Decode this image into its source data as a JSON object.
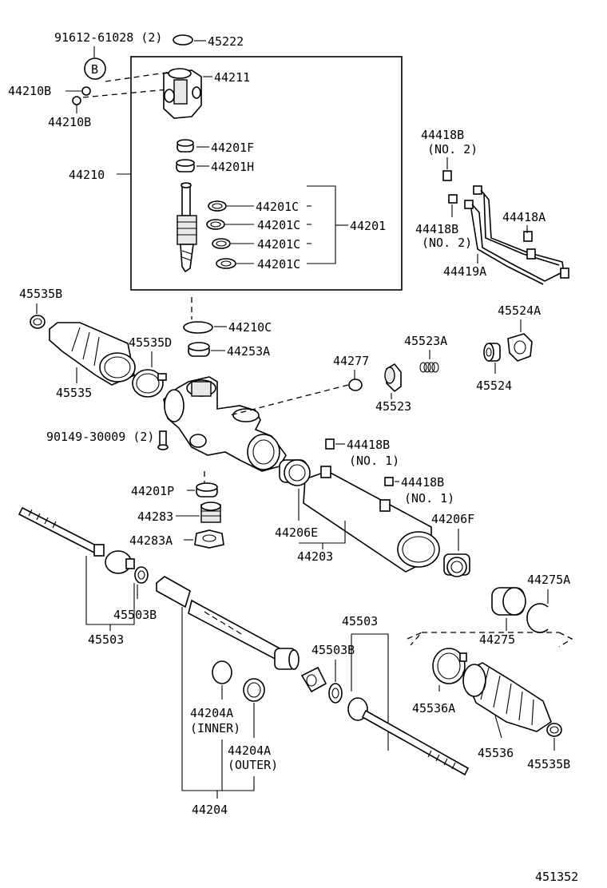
{
  "diagram_id": "451352",
  "callout_b": "B",
  "labels": {
    "p91612": "91612-61028 (2)",
    "p45222": "45222",
    "p44211": "44211",
    "p44210b_a": "44210B",
    "p44210b_b": "44210B",
    "p44201f": "44201F",
    "p44201h": "44201H",
    "p44210": "44210",
    "p44201c_1": "44201C",
    "p44201c_2": "44201C",
    "p44201c_3": "44201C",
    "p44201c_4": "44201C",
    "p44201": "44201",
    "p44418b_top": "44418B",
    "p44418b_top_no": "(NO. 2)",
    "p44418b_mid": "44418B",
    "p44418b_mid_no": "(NO. 2)",
    "p44418a": "44418A",
    "p44419a": "44419A",
    "p45535b_top": "45535B",
    "p44210c": "44210C",
    "p45535d": "45535D",
    "p44253a": "44253A",
    "p45523a": "45523A",
    "p45524a": "45524A",
    "p44277": "44277",
    "p45535": "45535",
    "p45523": "45523",
    "p45524": "45524",
    "p90149": "90149-30009 (2)",
    "p44418b_no1a": "44418B",
    "p44418b_no1a_no": "(NO. 1)",
    "p44418b_no1b": "44418B",
    "p44418b_no1b_no": "(NO. 1)",
    "p44201p": "44201P",
    "p44283": "44283",
    "p44283a": "44283A",
    "p44206e": "44206E",
    "p44206f": "44206F",
    "p44203": "44203",
    "p44275a": "44275A",
    "p45503b_left": "45503B",
    "p45503_left": "45503",
    "p45503_right": "45503",
    "p45503b_right": "45503B",
    "p44275": "44275",
    "p44204a_inner": "44204A",
    "p44204a_inner_sub": "(INNER)",
    "p44204a_outer": "44204A",
    "p44204a_outer_sub": "(OUTER)",
    "p45536a": "45536A",
    "p45536": "45536",
    "p45535b_bottom": "45535B",
    "p44204": "44204"
  }
}
